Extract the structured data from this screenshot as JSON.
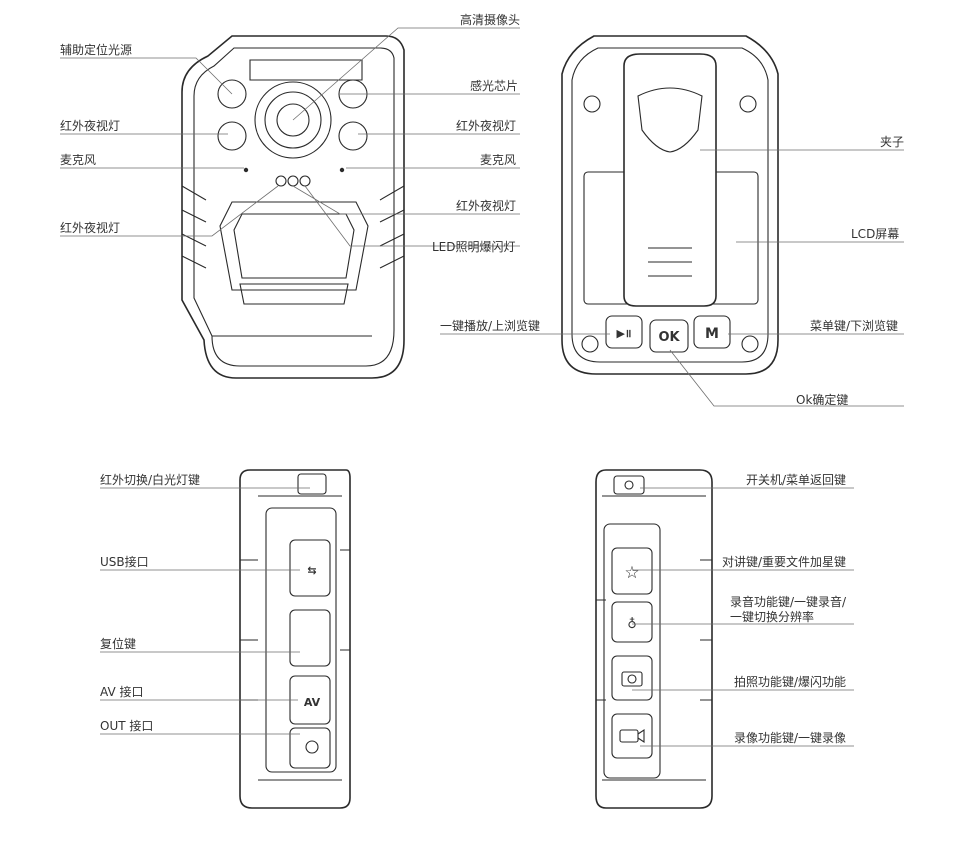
{
  "front": {
    "aux_light": "辅助定位光源",
    "hd_camera": "高清摄像头",
    "sensor": "感光芯片",
    "ir_light_left": "红外夜视灯",
    "ir_light_right": "红外夜视灯",
    "mic_left": "麦克风",
    "mic_right": "麦克风",
    "ir_light_lower_left": "红外夜视灯",
    "ir_light_lower_right": "红外夜视灯",
    "led_flash": "LED照明爆闪灯"
  },
  "back": {
    "clip": "夹子",
    "lcd": "LCD屏幕",
    "play_key": "一键播放/上浏览键",
    "ok_key": "Ok确定键",
    "menu_key": "菜单键/下浏览键",
    "ok_glyph": "OK",
    "menu_glyph": "M"
  },
  "left_side": {
    "ir_switch": "红外切换/白光灯键",
    "usb": "USB接口",
    "reset": "复位键",
    "av": "AV 接口",
    "out": "OUT 接口",
    "av_glyph": "AV"
  },
  "right_side": {
    "power": "开关机/菜单返回键",
    "talk": "对讲键/重要文件加星键",
    "record_audio_line1": "录音功能键/一键录音/",
    "record_audio_line2": "一键切换分辨率",
    "photo": "拍照功能键/爆闪功能",
    "video": "录像功能键/一键录像"
  }
}
